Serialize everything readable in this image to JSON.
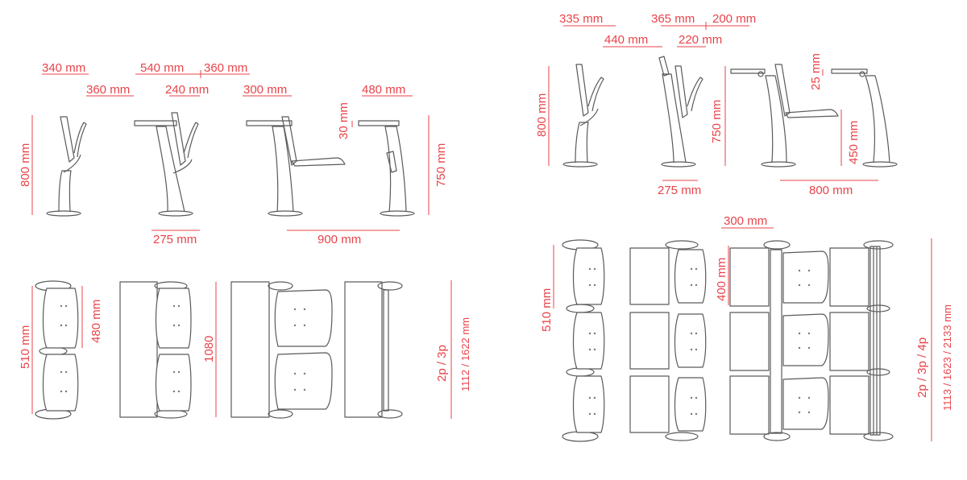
{
  "colors": {
    "dimension": "#e8434a",
    "linework": "#5a5a5a",
    "background": "#ffffff"
  },
  "left_panel": {
    "side_views": {
      "dim_340": "340 mm",
      "dim_360a": "360 mm",
      "dim_540": "540 mm",
      "dim_360b": "360 mm",
      "dim_240": "240 mm",
      "dim_300": "300 mm",
      "dim_480": "480 mm",
      "dim_30": "30 mm",
      "dim_800": "800 mm",
      "dim_750": "750 mm",
      "dim_275": "275 mm",
      "dim_900": "900 mm"
    },
    "plan_views": {
      "dim_510": "510 mm",
      "dim_480": "480 mm",
      "dim_1080": "1080",
      "places": "2p  /  3p",
      "lengths": "1112 / 1622 mm"
    }
  },
  "right_panel": {
    "side_views": {
      "dim_335": "335 mm",
      "dim_365": "365 mm",
      "dim_200": "200 mm",
      "dim_440": "440 mm",
      "dim_220": "220 mm",
      "dim_25": "25 mm",
      "dim_800": "800 mm",
      "dim_750": "750 mm",
      "dim_450": "450 mm",
      "dim_275": "275 mm",
      "dim_800w": "800 mm"
    },
    "plan_views": {
      "dim_300": "300 mm",
      "dim_510": "510 mm",
      "dim_400": "400 mm",
      "places": "2p  /  3p  /  4p",
      "lengths": "1113 / 1623 / 2133 mm"
    }
  }
}
